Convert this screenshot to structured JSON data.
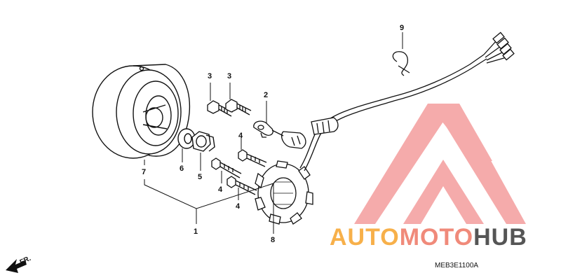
{
  "callouts": {
    "c1": "1",
    "c2": "2",
    "c3a": "3",
    "c3b": "3",
    "c4a": "4",
    "c4b": "4",
    "c4c": "4",
    "c5": "5",
    "c6": "6",
    "c7": "7",
    "c8": "8",
    "c9": "9"
  },
  "direction": "FR.",
  "diagram_code": "MEB3E1100A",
  "watermark": {
    "part1": "AUTO",
    "part2": "MOTO",
    "part3": "HUB",
    "color_primary": "#f7b04a",
    "color_secondary": "#f08a7a",
    "color_tertiary": "#555555",
    "logo_color": "#f5a3a3"
  }
}
